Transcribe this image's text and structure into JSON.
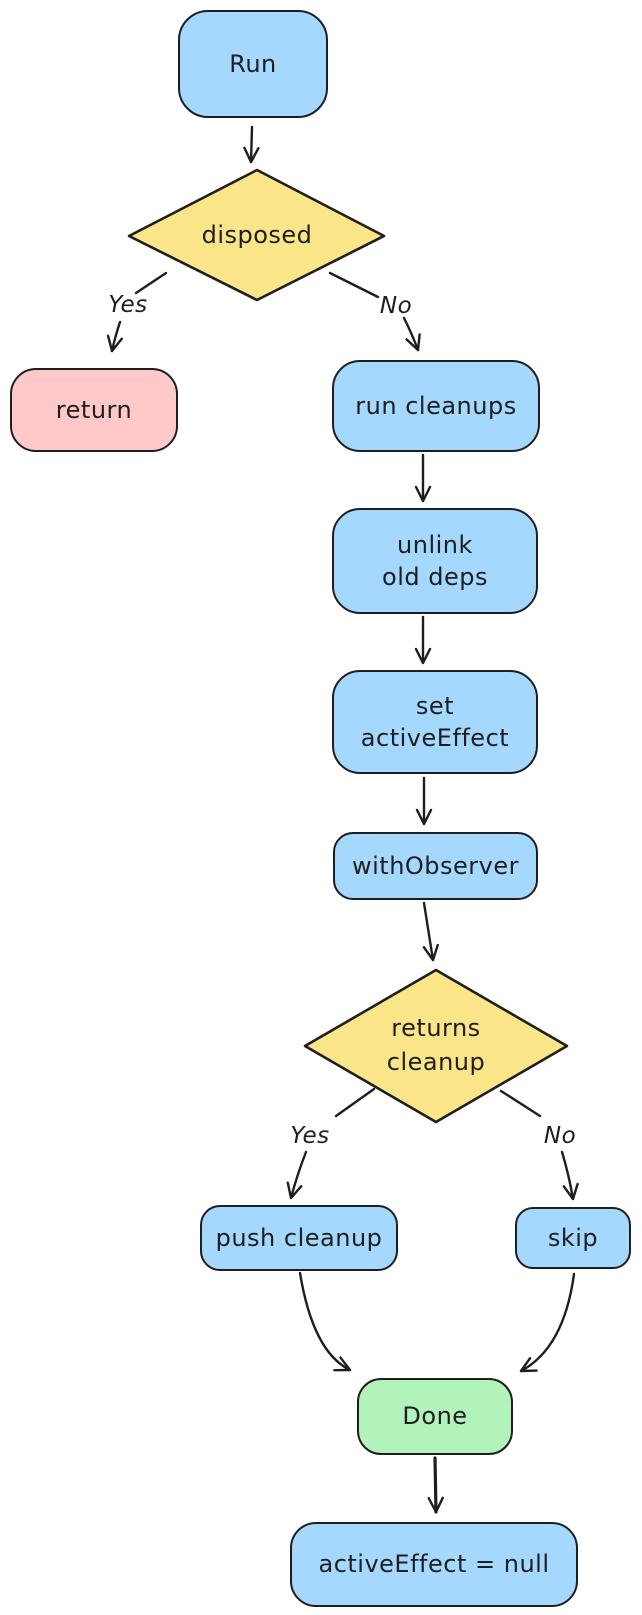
{
  "diagram": {
    "type": "flowchart",
    "style": "hand-drawn",
    "colors": {
      "stroke": "#1e1e1e",
      "text": "#1e1e1e",
      "blue_fill": "#a5d8ff",
      "yellow_fill": "#fae588",
      "pink_fill": "#ffc9c9",
      "green_fill": "#b2f2bb",
      "background": "#ffffff"
    },
    "nodes": {
      "run": {
        "label": "Run",
        "shape": "rounded-rect",
        "fill": "blue"
      },
      "disposed": {
        "label": "disposed",
        "shape": "diamond",
        "fill": "yellow"
      },
      "return": {
        "label": "return",
        "shape": "rounded-rect",
        "fill": "pink"
      },
      "run_cleanups": {
        "label": "run cleanups",
        "shape": "rounded-rect",
        "fill": "blue"
      },
      "unlink_old_deps": {
        "label": "unlink\nold deps",
        "shape": "rounded-rect",
        "fill": "blue"
      },
      "set_activeeffect": {
        "label": "set\nactiveEffect",
        "shape": "rounded-rect",
        "fill": "blue"
      },
      "withobserver": {
        "label": "withObserver",
        "shape": "rounded-rect",
        "fill": "blue"
      },
      "returns_cleanup": {
        "label": "returns\ncleanup",
        "shape": "diamond",
        "fill": "yellow"
      },
      "push_cleanup": {
        "label": "push cleanup",
        "shape": "rounded-rect",
        "fill": "blue"
      },
      "skip": {
        "label": "skip",
        "shape": "rounded-rect",
        "fill": "blue"
      },
      "done": {
        "label": "Done",
        "shape": "rounded-rect",
        "fill": "green"
      },
      "activeeffect_null": {
        "label": "activeEffect = null",
        "shape": "rounded-rect",
        "fill": "blue"
      }
    },
    "edges": [
      {
        "from": "run",
        "to": "disposed",
        "label": ""
      },
      {
        "from": "disposed",
        "to": "return",
        "label": "Yes"
      },
      {
        "from": "disposed",
        "to": "run_cleanups",
        "label": "No"
      },
      {
        "from": "run_cleanups",
        "to": "unlink_old_deps",
        "label": ""
      },
      {
        "from": "unlink_old_deps",
        "to": "set_activeeffect",
        "label": ""
      },
      {
        "from": "set_activeeffect",
        "to": "withobserver",
        "label": ""
      },
      {
        "from": "withobserver",
        "to": "returns_cleanup",
        "label": ""
      },
      {
        "from": "returns_cleanup",
        "to": "push_cleanup",
        "label": "Yes"
      },
      {
        "from": "returns_cleanup",
        "to": "skip",
        "label": "No"
      },
      {
        "from": "push_cleanup",
        "to": "done",
        "label": ""
      },
      {
        "from": "skip",
        "to": "done",
        "label": ""
      },
      {
        "from": "done",
        "to": "activeeffect_null",
        "label": ""
      }
    ]
  }
}
